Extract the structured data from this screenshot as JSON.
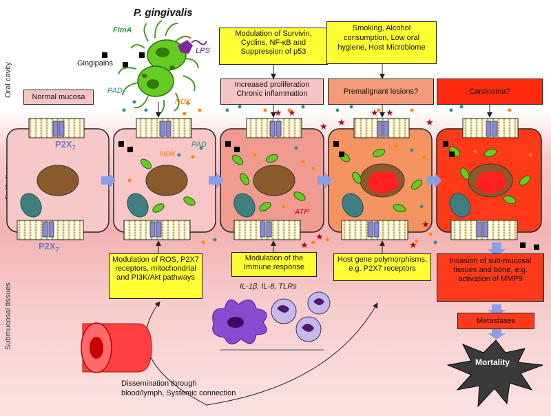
{
  "title": "P. gingivalis",
  "bacteria_labels": {
    "fima": "FimA",
    "lps": "LPS",
    "gingipains": "Gingipains",
    "pad": "PAD",
    "ndk": "NDK"
  },
  "regions": {
    "oral": "Oral cavity",
    "epithelium": "Epithelium",
    "submucosal": "Submucosal tissues"
  },
  "top_boxes": {
    "modulation_survivin": "Modulation of Survivin, Cyclins, NF-κB and Suppression of p53",
    "smoking": "Smoking, Alcohol consumption, Low oral hygiene, Host Microbiome"
  },
  "stage_boxes": {
    "normal": "Normal mucosa",
    "proliferation": "Increased proliferation Chronic inflammation",
    "premalignant": "Premalignant lesions?",
    "carcinoma": "Carcinoma?"
  },
  "receptor_label": "P2X",
  "receptor_sub": "7",
  "cell_labels": {
    "ndk": "NDK",
    "pad": "PAD",
    "atp": "ATP"
  },
  "bottom_boxes": {
    "ros": "Modulation of ROS, P2X7 receptors, mitochondrial and PI3K/Akt pathways",
    "immune": "Modulation of the Immune response",
    "host_gene": "Host gene polymorphisms, e.g. P2X7 receptors",
    "invasion": "Invasion of sub-mucosal tissues and bone, e.g. activation of MMP9",
    "metastases": "Metastases",
    "mortality": "Mortality"
  },
  "immune_markers": "IL-1β, IL-8, TLRs",
  "dissemination": "Dissemination through blood/lymph, Systemic connection",
  "colors": {
    "cell1": "#f7c8c8",
    "cell2": "#f8c6c6",
    "cell3": "#f09a90",
    "cell4": "#f59460",
    "cell5": "#ff3a18",
    "bacteria": "#66cc22",
    "arrow": "#8c9ee6"
  }
}
